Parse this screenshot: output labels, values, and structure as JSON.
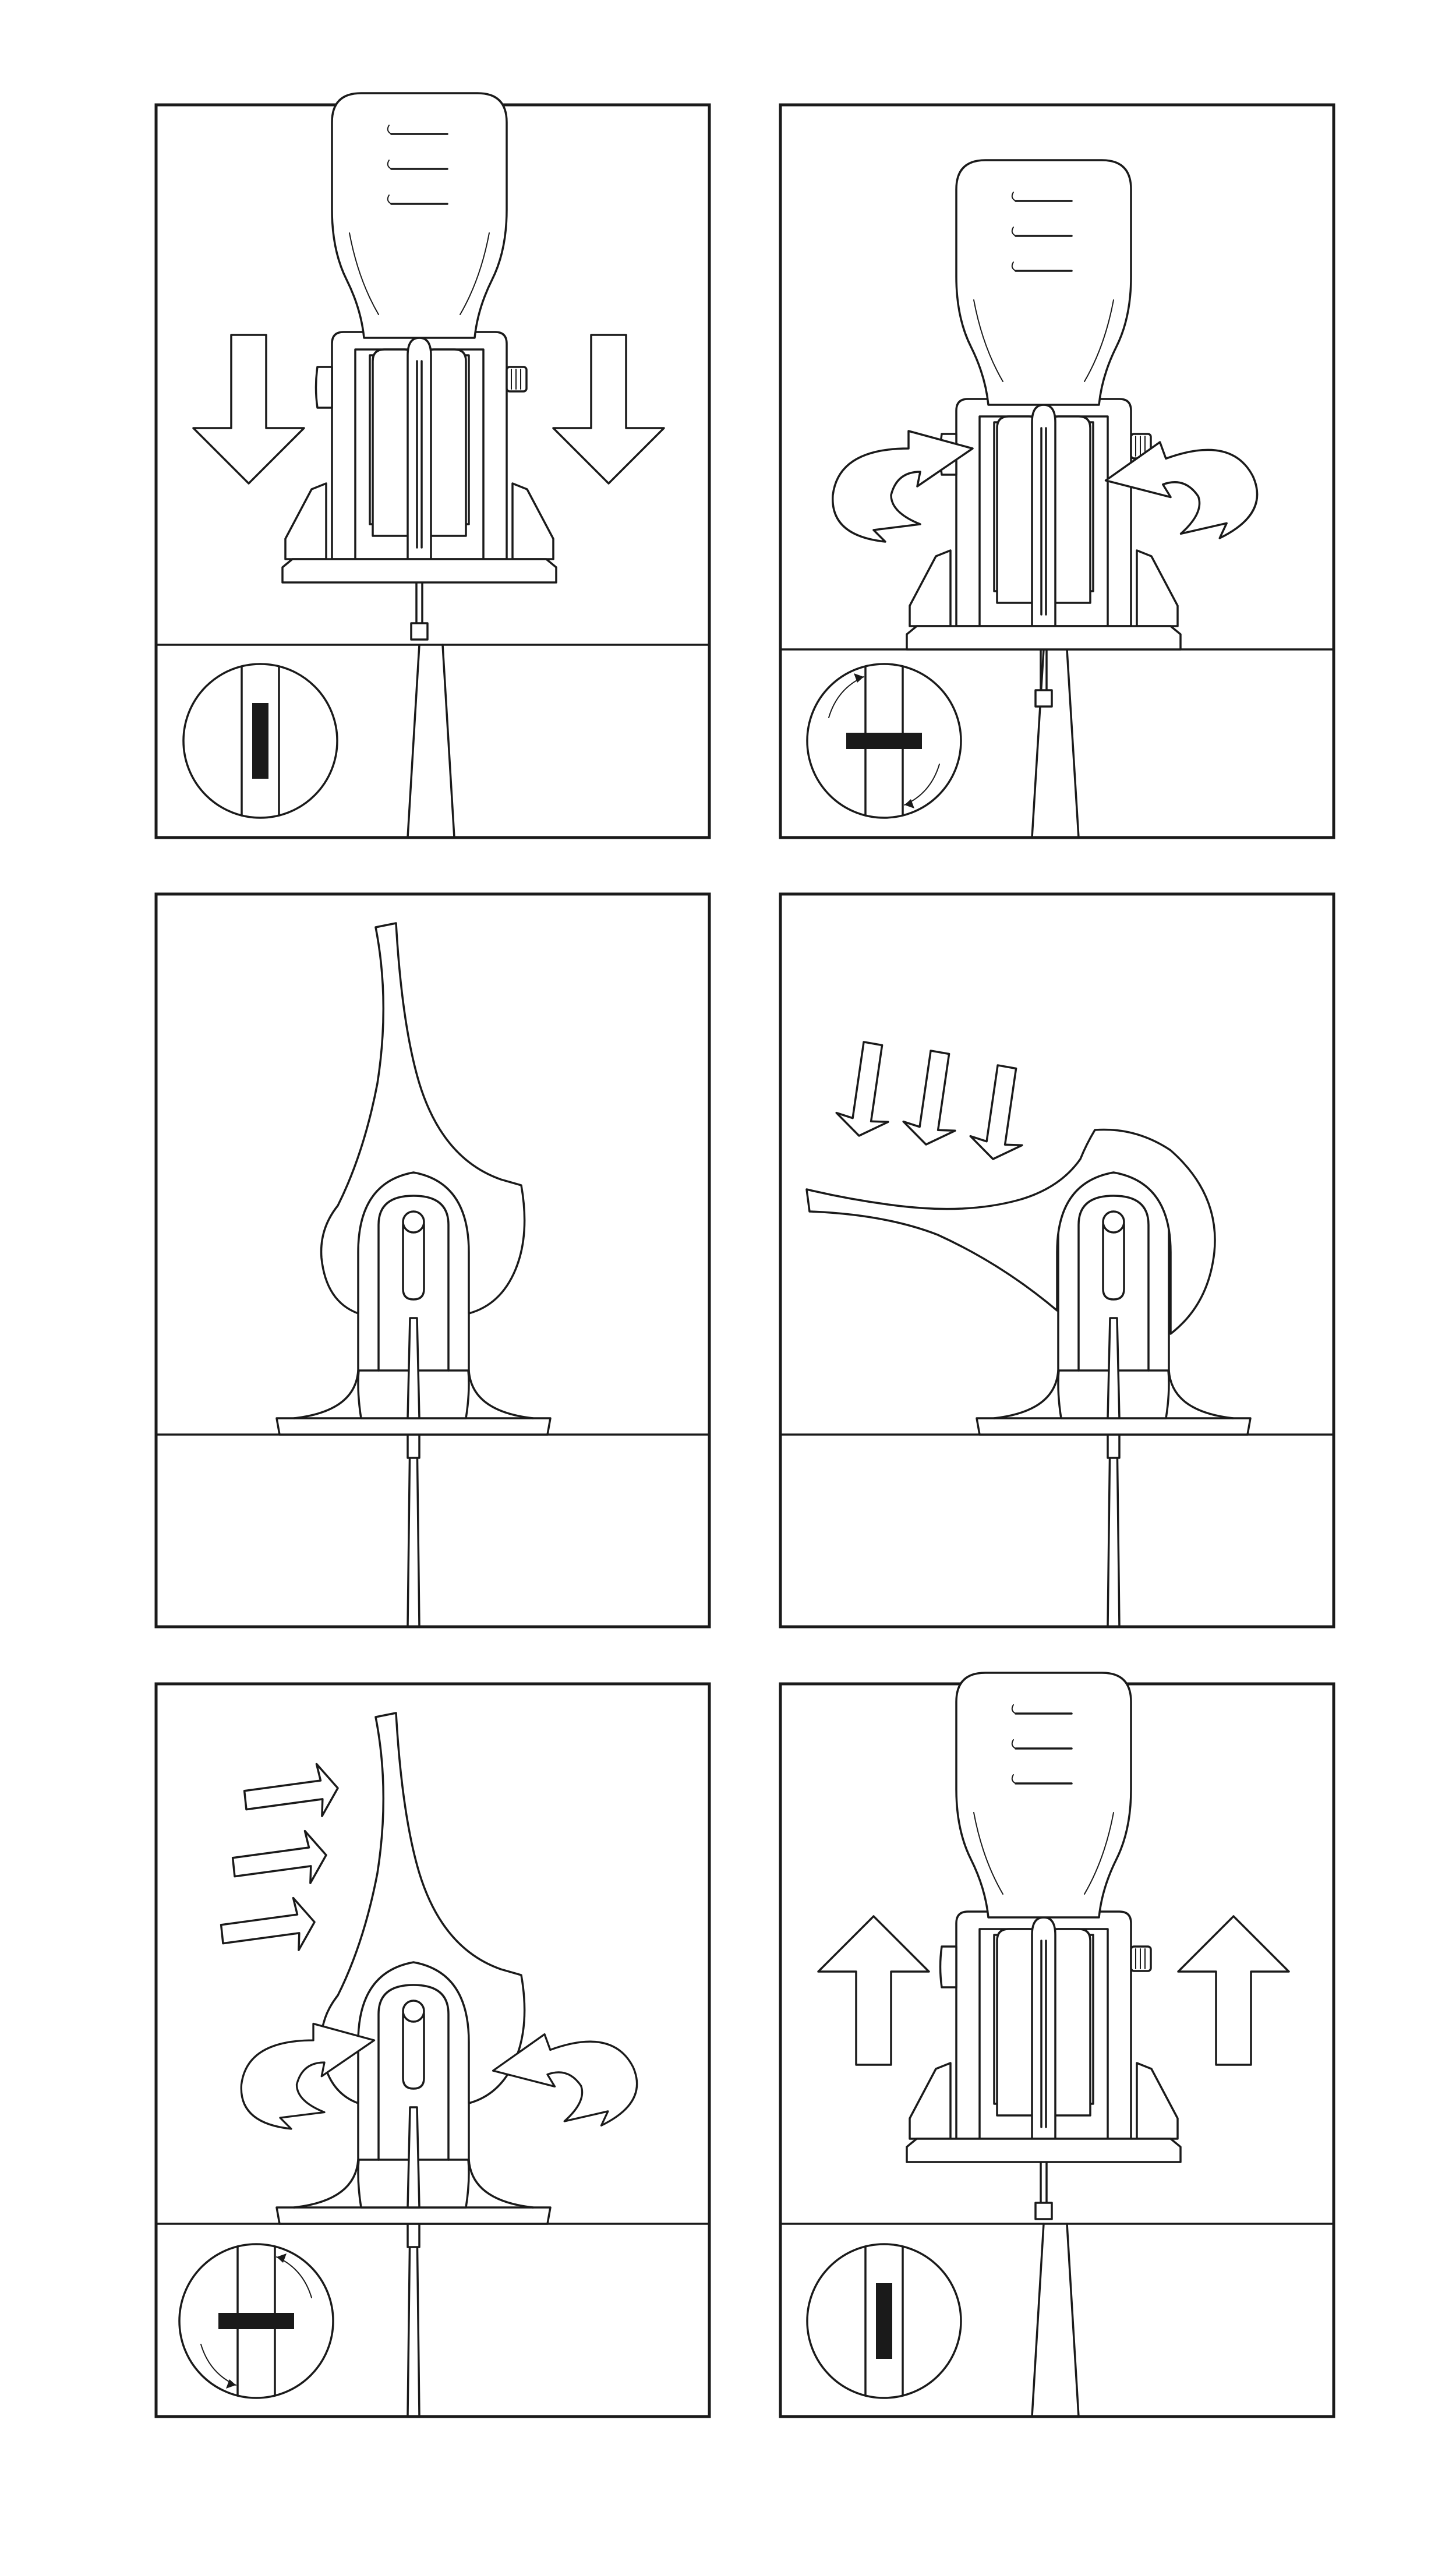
{
  "panels": [
    {
      "id": 1,
      "scene": "holder-release-down",
      "dial": "vertical"
    },
    {
      "id": 2,
      "scene": "holder-twist",
      "dial": "horizontal"
    },
    {
      "id": 3,
      "scene": "heel-upright",
      "dial": "none"
    },
    {
      "id": 4,
      "scene": "heel-tilted-press",
      "dial": "none"
    },
    {
      "id": 5,
      "scene": "heel-push-twist",
      "dial": "horizontal"
    },
    {
      "id": 6,
      "scene": "holder-release-up",
      "dial": "vertical"
    }
  ],
  "colors": {
    "ink": "#1a1a1a",
    "paper": "#ffffff"
  }
}
